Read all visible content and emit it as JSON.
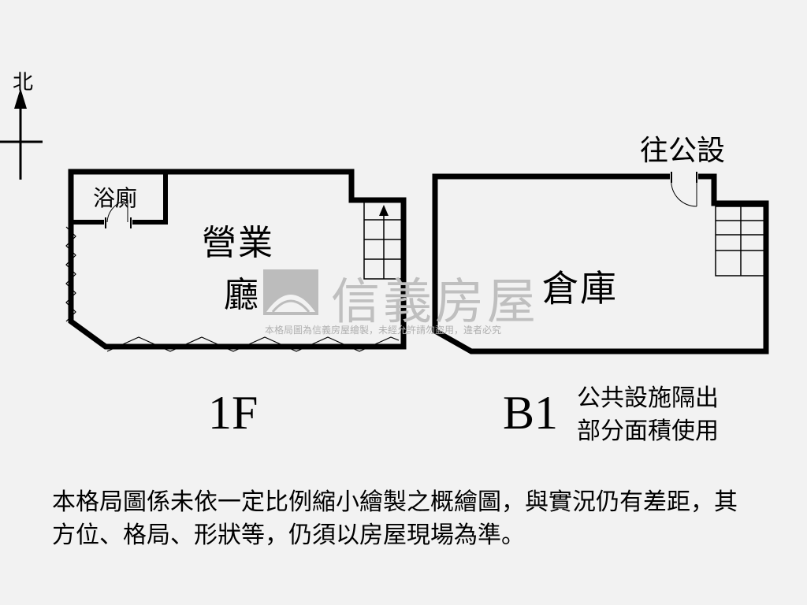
{
  "compass": {
    "label": "北"
  },
  "floor_1f": {
    "label": "1F",
    "rooms": {
      "bathroom": "浴廁",
      "hall_line1": "營業",
      "hall_line2": "廳"
    }
  },
  "floor_b1": {
    "label": "B1",
    "rooms": {
      "warehouse": "倉庫"
    },
    "exit_label": "往公設",
    "note_line1": "公共設施隔出",
    "note_line2": "部分面積使用"
  },
  "watermark": {
    "brand": "信義房屋",
    "notice": "本格局圖為信義房屋繪製，未經允許請勿盜用，違者必究"
  },
  "disclaimer": {
    "line1": "本格局圖係未依一定比例縮小繪製之概繪圖，與實況仍有差距，其",
    "line2": "方位、格局、形狀等，仍須以房屋現場為準。"
  },
  "colors": {
    "line": "#000000",
    "background": "#f2f2f2",
    "watermark": "#bfbfbf"
  }
}
